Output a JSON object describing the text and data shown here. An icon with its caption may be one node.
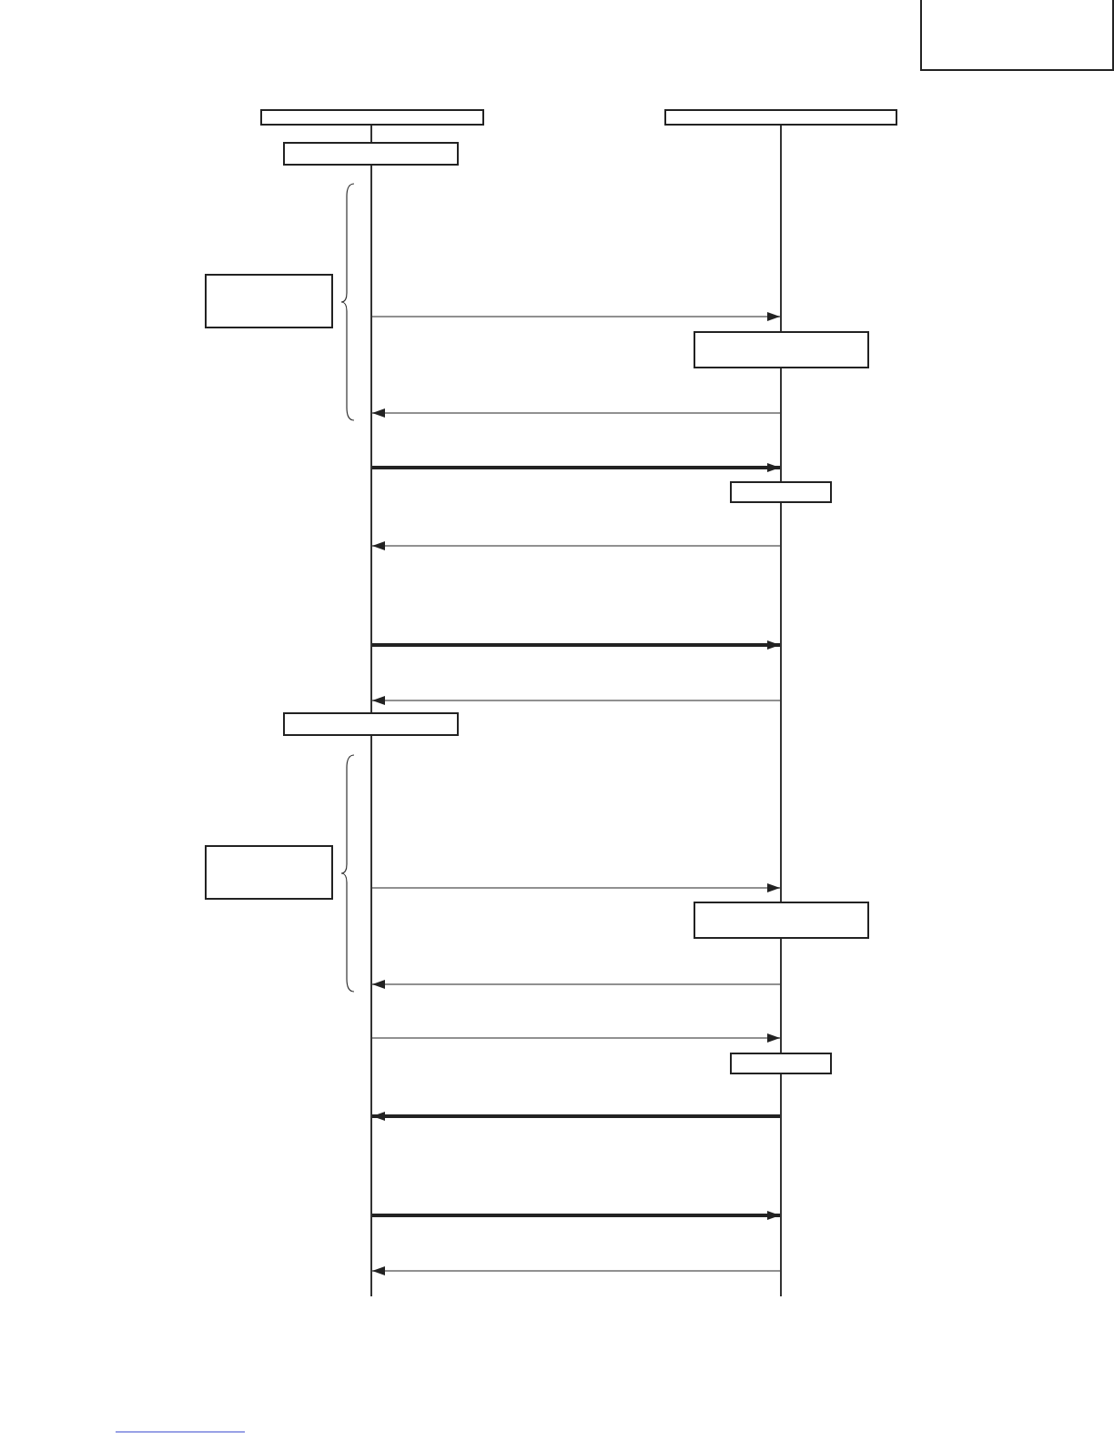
{
  "diagram": {
    "nodes": [
      {
        "text": [],
        "shape": "box"
      },
      {
        "text": [],
        "shape": "box"
      },
      {
        "text": [],
        "shape": "box"
      },
      {
        "text": [],
        "shape": "bar"
      },
      {
        "text": [],
        "shape": "bar"
      },
      {
        "text": [],
        "shape": "box"
      },
      {
        "text": [],
        "shape": "box"
      },
      {
        "text": [],
        "shape": "box"
      },
      {
        "text": [],
        "shape": "box"
      },
      {
        "text": [],
        "shape": "box"
      },
      {
        "text": [],
        "shape": "box"
      },
      {
        "text": [],
        "shape": "box"
      },
      {
        "text": [],
        "shape": "box"
      }
    ],
    "edges": [
      {
        "from": 3,
        "to": 4,
        "arrow": "to"
      },
      {
        "from": 4,
        "to": 3,
        "arrow": "to"
      },
      {
        "from": 3,
        "to": 4,
        "arrow": "to",
        "style": "thick"
      },
      {
        "from": 4,
        "to": 3,
        "arrow": "to"
      },
      {
        "from": 3,
        "to": 4,
        "arrow": "to",
        "style": "thick"
      },
      {
        "from": 4,
        "to": 3,
        "arrow": "to"
      },
      {
        "from": 3,
        "to": 4,
        "arrow": "to"
      },
      {
        "from": 4,
        "to": 3,
        "arrow": "to"
      },
      {
        "from": 3,
        "to": 4,
        "arrow": "to"
      },
      {
        "from": 4,
        "to": 3,
        "arrow": "to",
        "style": "thick"
      },
      {
        "from": 3,
        "to": 4,
        "arrow": "to",
        "style": "thick"
      },
      {
        "from": 4,
        "to": 3,
        "arrow": "to"
      }
    ]
  }
}
